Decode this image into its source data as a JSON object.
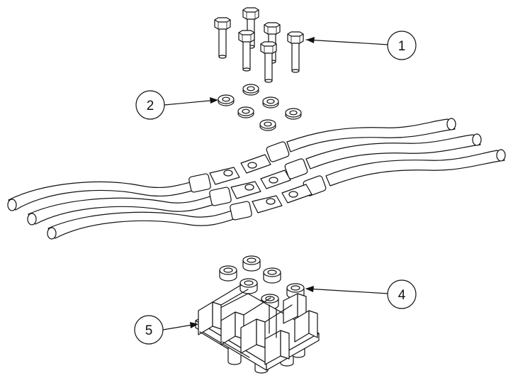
{
  "callouts": [
    {
      "label": "1",
      "part": "bolts"
    },
    {
      "label": "2",
      "part": "washers"
    },
    {
      "label": "4",
      "part": "nuts"
    },
    {
      "label": "5",
      "part": "terminal-block"
    }
  ],
  "colors": {
    "ink": "#111111",
    "background": "#ffffff"
  }
}
